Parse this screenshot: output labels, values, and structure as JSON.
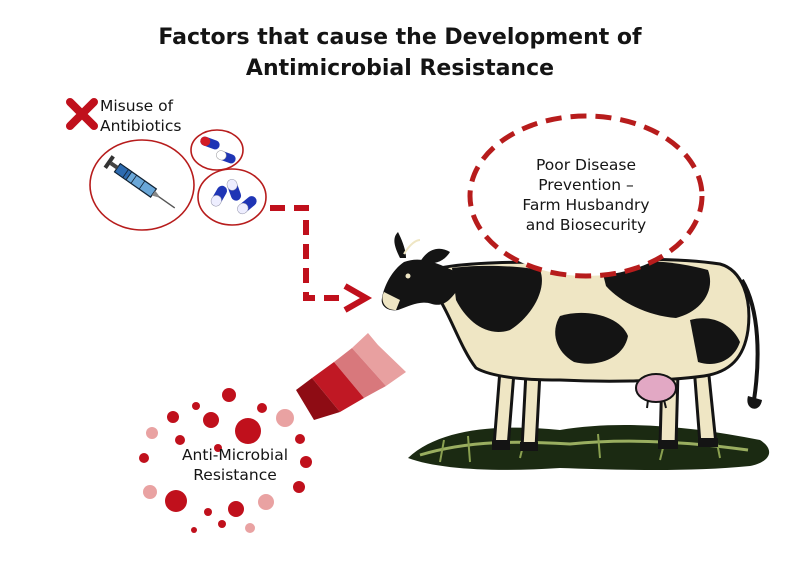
{
  "title": {
    "line1": "Factors that cause the Development of",
    "line2": "Antimicrobial Resistance"
  },
  "misuse": {
    "line1": "Misuse of",
    "line2": "Antibiotics",
    "icon": "red-cross-icon"
  },
  "poor_prevention": {
    "line1": "Poor Disease",
    "line2": "Prevention –",
    "line3": "Farm Husbandry",
    "line4": "and Biosecurity"
  },
  "amr": {
    "line1": "Anti-Microbial",
    "line2": "Resistance"
  },
  "colors": {
    "accent_red": "#c0101c",
    "pill_blue": "#1f35b5",
    "circle_outline": "#b71c1c",
    "cow_cream": "#efe6c4",
    "cow_dark": "#141414",
    "udder_pink": "#e2a8c4"
  }
}
